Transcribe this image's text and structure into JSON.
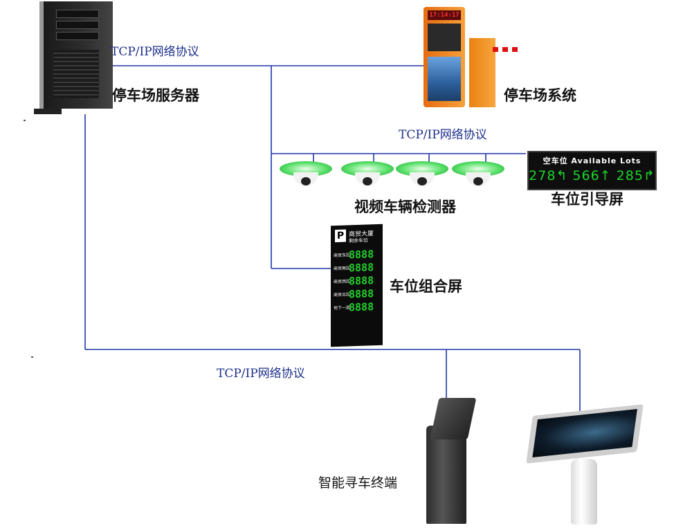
{
  "labels": {
    "server": "停车场服务器",
    "parking_system": "停车场系统",
    "detectors": "视频车辆检测器",
    "guidance_screen": "车位引导屏",
    "combo_screen": "车位组合屏",
    "kiosk": "智能寻车终端"
  },
  "protocols": {
    "top": "TCP/IP网络协议",
    "middle": "TCP/IP网络协议",
    "bottom": "TCP/IP网络协议"
  },
  "gate_display": {
    "time": "17:14:17"
  },
  "guidance": {
    "header": "空车位 Available Lots",
    "values": [
      "278",
      "566",
      "285"
    ],
    "arrows": [
      "↰",
      "↑",
      "↱"
    ]
  },
  "combo": {
    "title": "商贸大厦",
    "subtitle": "剩余车位",
    "rows": [
      {
        "label": "商贸东区",
        "value": "8888"
      },
      {
        "label": "商贸南区",
        "value": "8888"
      },
      {
        "label": "商贸西区",
        "value": "8888"
      },
      {
        "label": "商贸北区",
        "value": "8888"
      },
      {
        "label": "地下一层",
        "value": "8888"
      }
    ]
  },
  "colors": {
    "wire": "#2033a8",
    "led_green": "#21d12b"
  }
}
